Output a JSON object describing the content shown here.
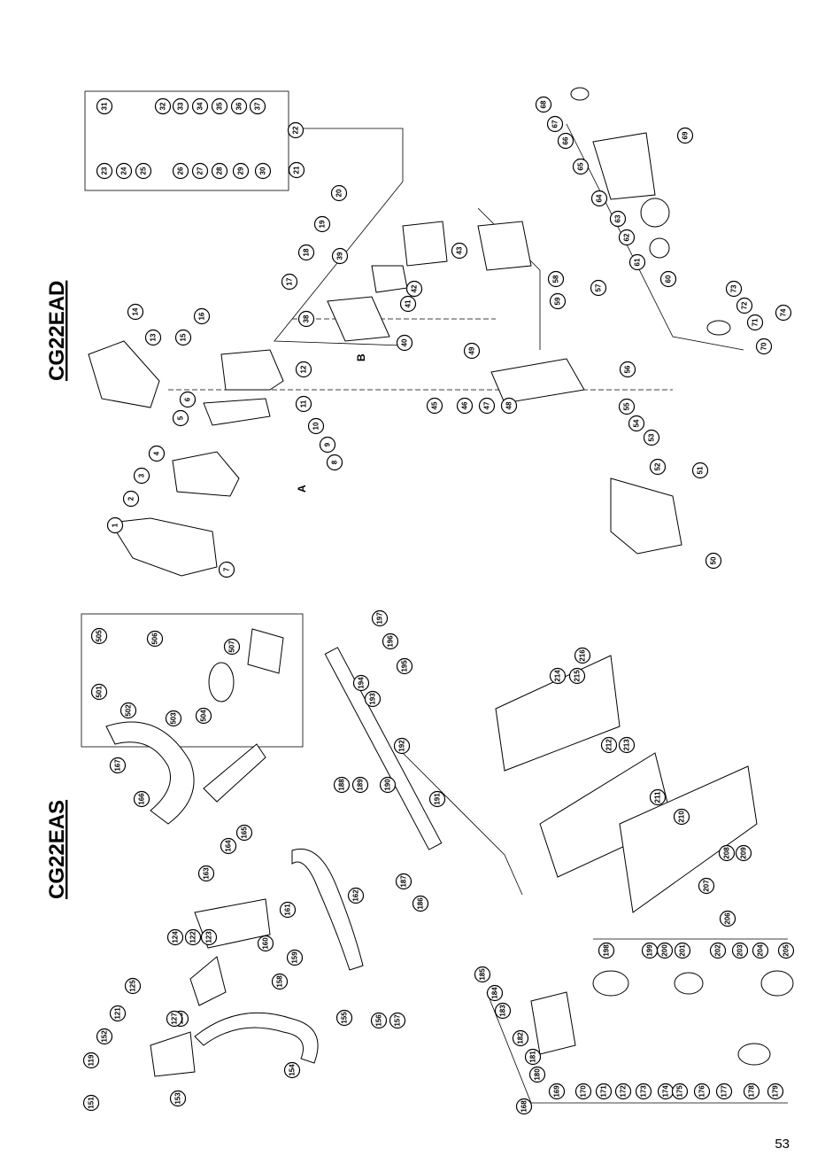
{
  "models": [
    "CG22EAD",
    "CG22EAS"
  ],
  "page_number": "53",
  "letters": [
    "A",
    "B"
  ],
  "top_callouts": [
    "1",
    "2",
    "3",
    "4",
    "5",
    "6",
    "7",
    "8",
    "9",
    "10",
    "11",
    "12",
    "13",
    "14",
    "15",
    "16",
    "17",
    "18",
    "19",
    "20",
    "21",
    "22",
    "23",
    "24",
    "25",
    "26",
    "27",
    "28",
    "29",
    "30",
    "31",
    "32",
    "33",
    "34",
    "35",
    "36",
    "37",
    "38",
    "39",
    "40",
    "41",
    "42",
    "43",
    "45",
    "46",
    "47",
    "48",
    "49",
    "50",
    "51",
    "52",
    "53",
    "54",
    "55",
    "56",
    "57",
    "58",
    "59",
    "60",
    "61",
    "62",
    "63",
    "64",
    "65",
    "66",
    "67",
    "68",
    "69",
    "70",
    "71",
    "72",
    "73",
    "74"
  ],
  "bottom_callouts": [
    "119",
    "121",
    "122",
    "123",
    "124",
    "125",
    "126",
    "127",
    "151",
    "152",
    "153",
    "154",
    "155",
    "156",
    "157",
    "158",
    "159",
    "160",
    "161",
    "162",
    "163",
    "164",
    "165",
    "166",
    "167",
    "168",
    "169",
    "170",
    "171",
    "172",
    "173",
    "174",
    "175",
    "176",
    "177",
    "178",
    "179",
    "180",
    "181",
    "182",
    "183",
    "184",
    "185",
    "186",
    "187",
    "188",
    "189",
    "190",
    "191",
    "192",
    "193",
    "194",
    "195",
    "196",
    "197",
    "198",
    "199",
    "200",
    "201",
    "202",
    "203",
    "204",
    "205",
    "206",
    "207",
    "208",
    "209",
    "210",
    "211",
    "212",
    "213",
    "214",
    "215",
    "216",
    "501",
    "502",
    "503",
    "504",
    "505",
    "506",
    "507"
  ]
}
